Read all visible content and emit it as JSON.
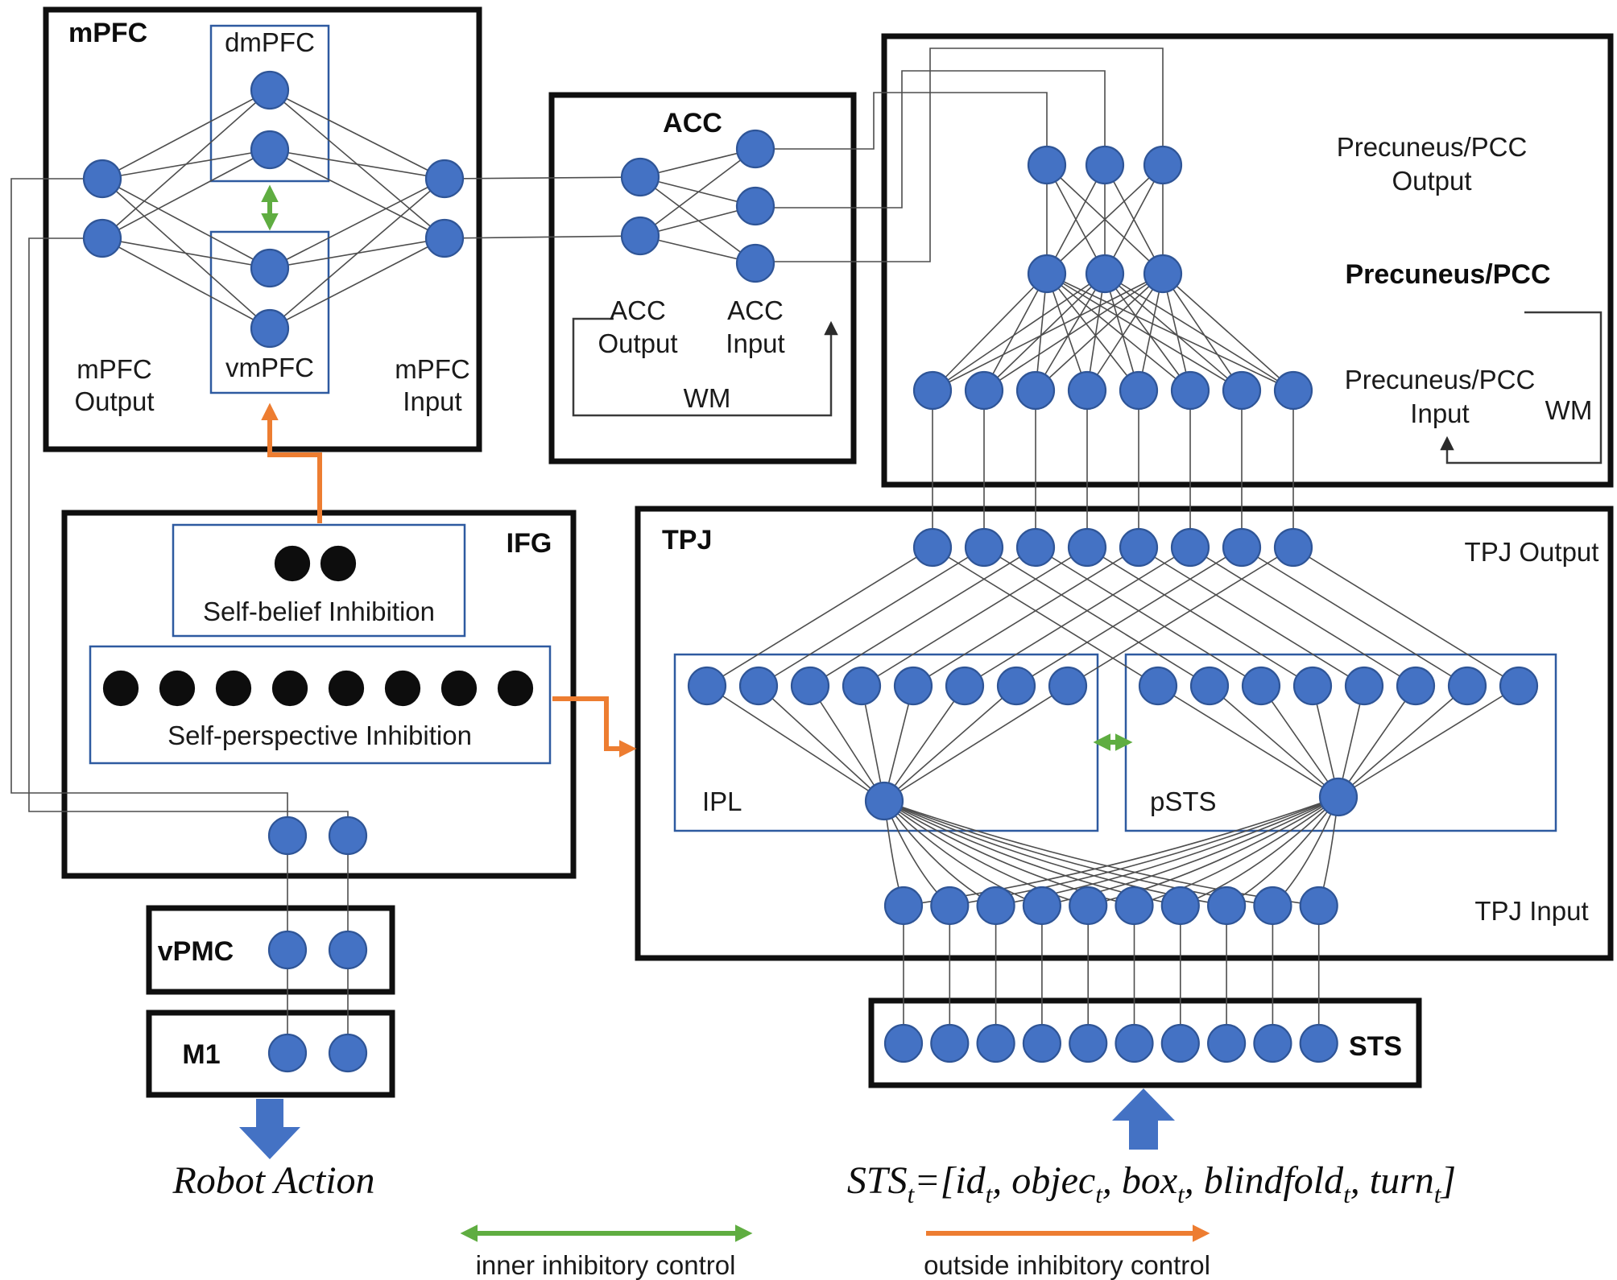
{
  "colors": {
    "background": "#ffffff",
    "node_fill": "#4472C4",
    "node_stroke": "#2F5597",
    "black_node": "#0d0d0d",
    "wire": "#4d4d4d",
    "main_border": "#0f0f0f",
    "sub_border": "#2E5AA0",
    "orange": "#ED7D31",
    "green": "#5FAD41",
    "big_arrow": "#4472C4"
  },
  "mpfc": {
    "title": "mPFC",
    "dmpfc_label": "dmPFC",
    "vmpfc_label": "vmPFC",
    "output_label": [
      "mPFC",
      "Output"
    ],
    "input_label": [
      "mPFC",
      "Input"
    ],
    "output_nodes": 2,
    "input_nodes": 2,
    "dmpfc_nodes": 2,
    "vmpfc_nodes": 2
  },
  "acc": {
    "title": "ACC",
    "output_label": [
      "ACC",
      "Output"
    ],
    "input_label": [
      "ACC",
      "Input"
    ],
    "wm_label": "WM",
    "output_nodes": 2,
    "input_nodes": 3
  },
  "precuneus": {
    "title": "Precuneus/PCC",
    "output_label": [
      "Precuneus/PCC",
      "Output"
    ],
    "input_label": [
      "Precuneus/PCC",
      "Input"
    ],
    "wm_label": "WM",
    "top_nodes": 3,
    "mid_nodes": 3,
    "input_nodes": 8
  },
  "ifg": {
    "title": "IFG",
    "self_belief_label": "Self-belief Inhibition",
    "self_perspective_label": "Self-perspective Inhibition",
    "self_belief_nodes": 2,
    "self_perspective_nodes": 8,
    "output_nodes": 2
  },
  "tpj": {
    "title": "TPJ",
    "output_label": "TPJ Output",
    "input_label": "TPJ Input",
    "ipl_label": "IPL",
    "psts_label": "pSTS",
    "output_nodes": 8,
    "ipl_nodes": 8,
    "psts_nodes": 8,
    "input_nodes": 10
  },
  "vpmc": {
    "title": "vPMC",
    "nodes": 2
  },
  "m1": {
    "title": "M1",
    "nodes": 2
  },
  "sts": {
    "title": "STS",
    "nodes": 10
  },
  "captions": {
    "robot_action": "Robot Action",
    "formula_parts": [
      {
        "text": "STS",
        "sub": "t"
      },
      {
        "text": "=[id",
        "sub": "t"
      },
      {
        "text": ", objec",
        "sub": "t"
      },
      {
        "text": ", box",
        "sub": "t"
      },
      {
        "text": ", blindfold",
        "sub": "t"
      },
      {
        "text": ", turn",
        "sub": "t"
      },
      {
        "text": "]",
        "sub": ""
      }
    ]
  },
  "legend": {
    "inner_label": "inner inhibitory control",
    "outside_label": "outside inhibitory control"
  }
}
